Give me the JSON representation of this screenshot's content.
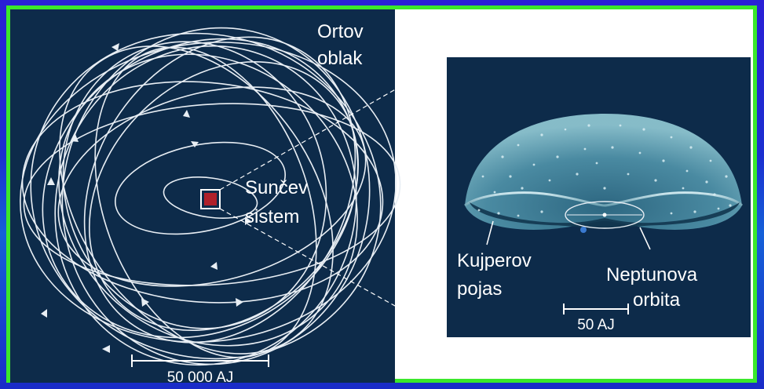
{
  "oort_panel": {
    "label_line1": "Ortov",
    "label_line2": "oblak",
    "sun_label_line1": "Sunčev",
    "sun_label_line2": "sistem",
    "scale_label": "50 000 AJ"
  },
  "kuiper_panel": {
    "belt_label_line1": "Kujperov",
    "belt_label_line2": "pojas",
    "orbit_label_line1": "Neptunova",
    "orbit_label_line2": "orbita",
    "scale_label": "50 AJ"
  },
  "colors": {
    "slide_bg": "#1a20c8",
    "frame_border": "#3be82b",
    "panel_bg": "#0d2b4a",
    "line": "#e8eef4",
    "sun_marker": "#b0202a",
    "neptune_dot": "#3a7ad0"
  }
}
